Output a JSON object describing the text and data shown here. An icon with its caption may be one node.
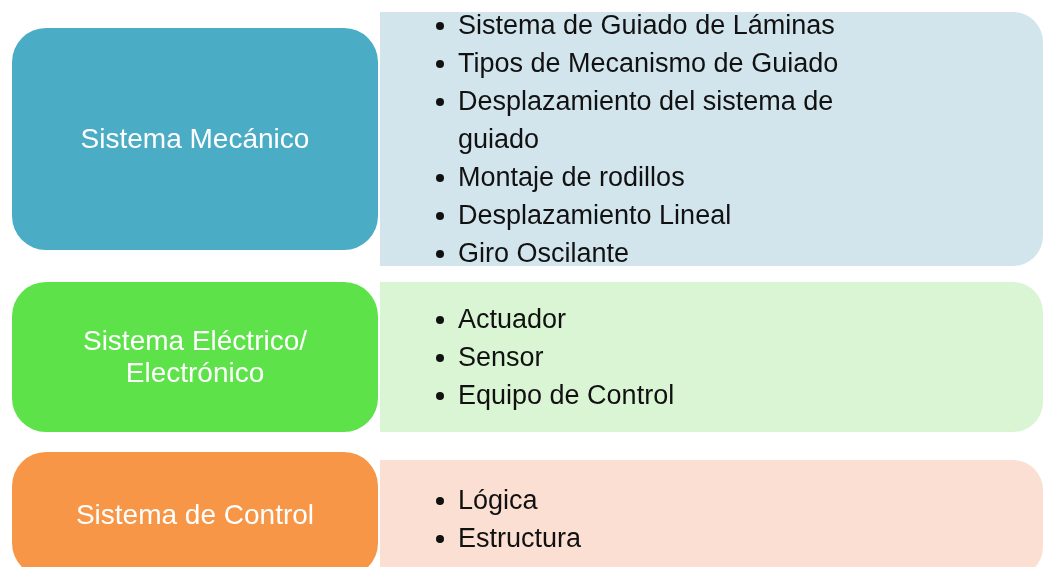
{
  "diagram": {
    "nodes": [
      {
        "text": [
          "Sistema Mecánico"
        ]
      },
      {
        "text": [
          "Sistema de Guiado de Láminas",
          "Tipos de Mecanismo de Guiado",
          "Desplazamiento del sistema de guiado",
          "Montaje de rodillos",
          "Desplazamiento Lineal",
          "Giro Oscilante"
        ]
      },
      {
        "text": [
          "Sistema Eléctrico/ Electrónico"
        ]
      },
      {
        "text": [
          "Actuador",
          "Sensor",
          "Equipo de Control"
        ]
      },
      {
        "text": [
          "Sistema de Control"
        ]
      },
      {
        "text": [
          "Lógica",
          "Estructura"
        ]
      }
    ]
  }
}
